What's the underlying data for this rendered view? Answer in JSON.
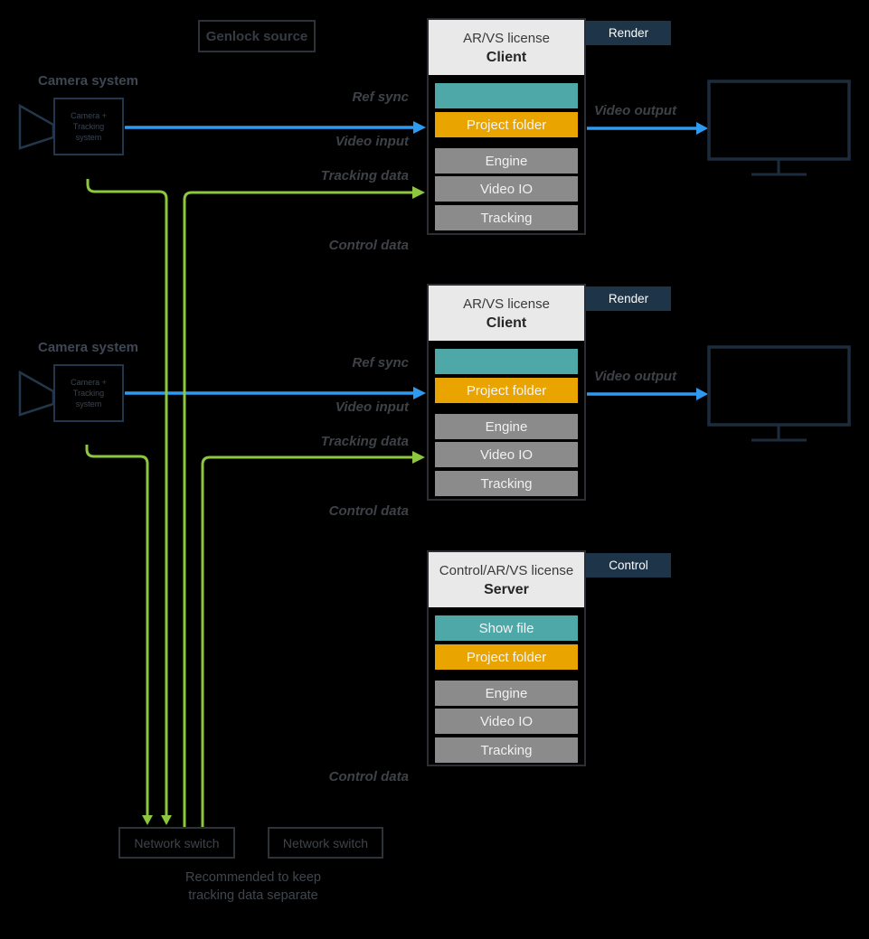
{
  "colors": {
    "blue": "#2E9BF0",
    "green": "#8DC63F",
    "teal": "#4FA8A8",
    "gold": "#EAA400",
    "gray_bar": "#8B8B8B",
    "navy_tag": "#1E3449",
    "header_bg": "#E9E9E9",
    "outline": "#2D3339",
    "camera_stroke": "#23374C",
    "monitor_stroke": "#1D2C3D",
    "label_text": "#40464D"
  },
  "genlock": {
    "label": "Genlock source"
  },
  "cameras": [
    {
      "title": "Camera system",
      "line1": "Camera +",
      "line2": "Tracking",
      "line3": "system"
    },
    {
      "title": "Camera system",
      "line1": "Camera +",
      "line2": "Tracking",
      "line3": "system"
    }
  ],
  "nodes": [
    {
      "role": "render-client-1",
      "header_line1": "AR/VS license",
      "header_line2": "Client",
      "tag": "Render",
      "bars": [
        {
          "label": ""
        },
        {
          "label": "Project folder"
        },
        {
          "label": "Engine"
        },
        {
          "label": "Video IO"
        },
        {
          "label": "Tracking"
        }
      ]
    },
    {
      "role": "render-client-2",
      "header_line1": "AR/VS license",
      "header_line2": "Client",
      "tag": "Render",
      "bars": [
        {
          "label": ""
        },
        {
          "label": "Project folder"
        },
        {
          "label": "Engine"
        },
        {
          "label": "Video IO"
        },
        {
          "label": "Tracking"
        }
      ]
    },
    {
      "role": "control-server",
      "header_line1": "Control/AR/VS license",
      "header_line2": "Server",
      "tag": "Control",
      "bars": [
        {
          "label": "Show file"
        },
        {
          "label": "Project folder"
        },
        {
          "label": "Engine"
        },
        {
          "label": "Video IO"
        },
        {
          "label": "Tracking"
        }
      ]
    }
  ],
  "signal_labels": [
    {
      "text": "Ref sync"
    },
    {
      "text": "Video output"
    },
    {
      "text": "Video input"
    },
    {
      "text": "Tracking data"
    },
    {
      "text": "Control data"
    },
    {
      "text": "Ref sync"
    },
    {
      "text": "Video output"
    },
    {
      "text": "Video input"
    },
    {
      "text": "Tracking data"
    },
    {
      "text": "Control data"
    },
    {
      "text": "Control data"
    }
  ],
  "switches": [
    {
      "label": "Network switch"
    },
    {
      "label": "Network switch"
    }
  ],
  "caption": {
    "line1": "Recommended to keep",
    "line2": "tracking data separate"
  }
}
